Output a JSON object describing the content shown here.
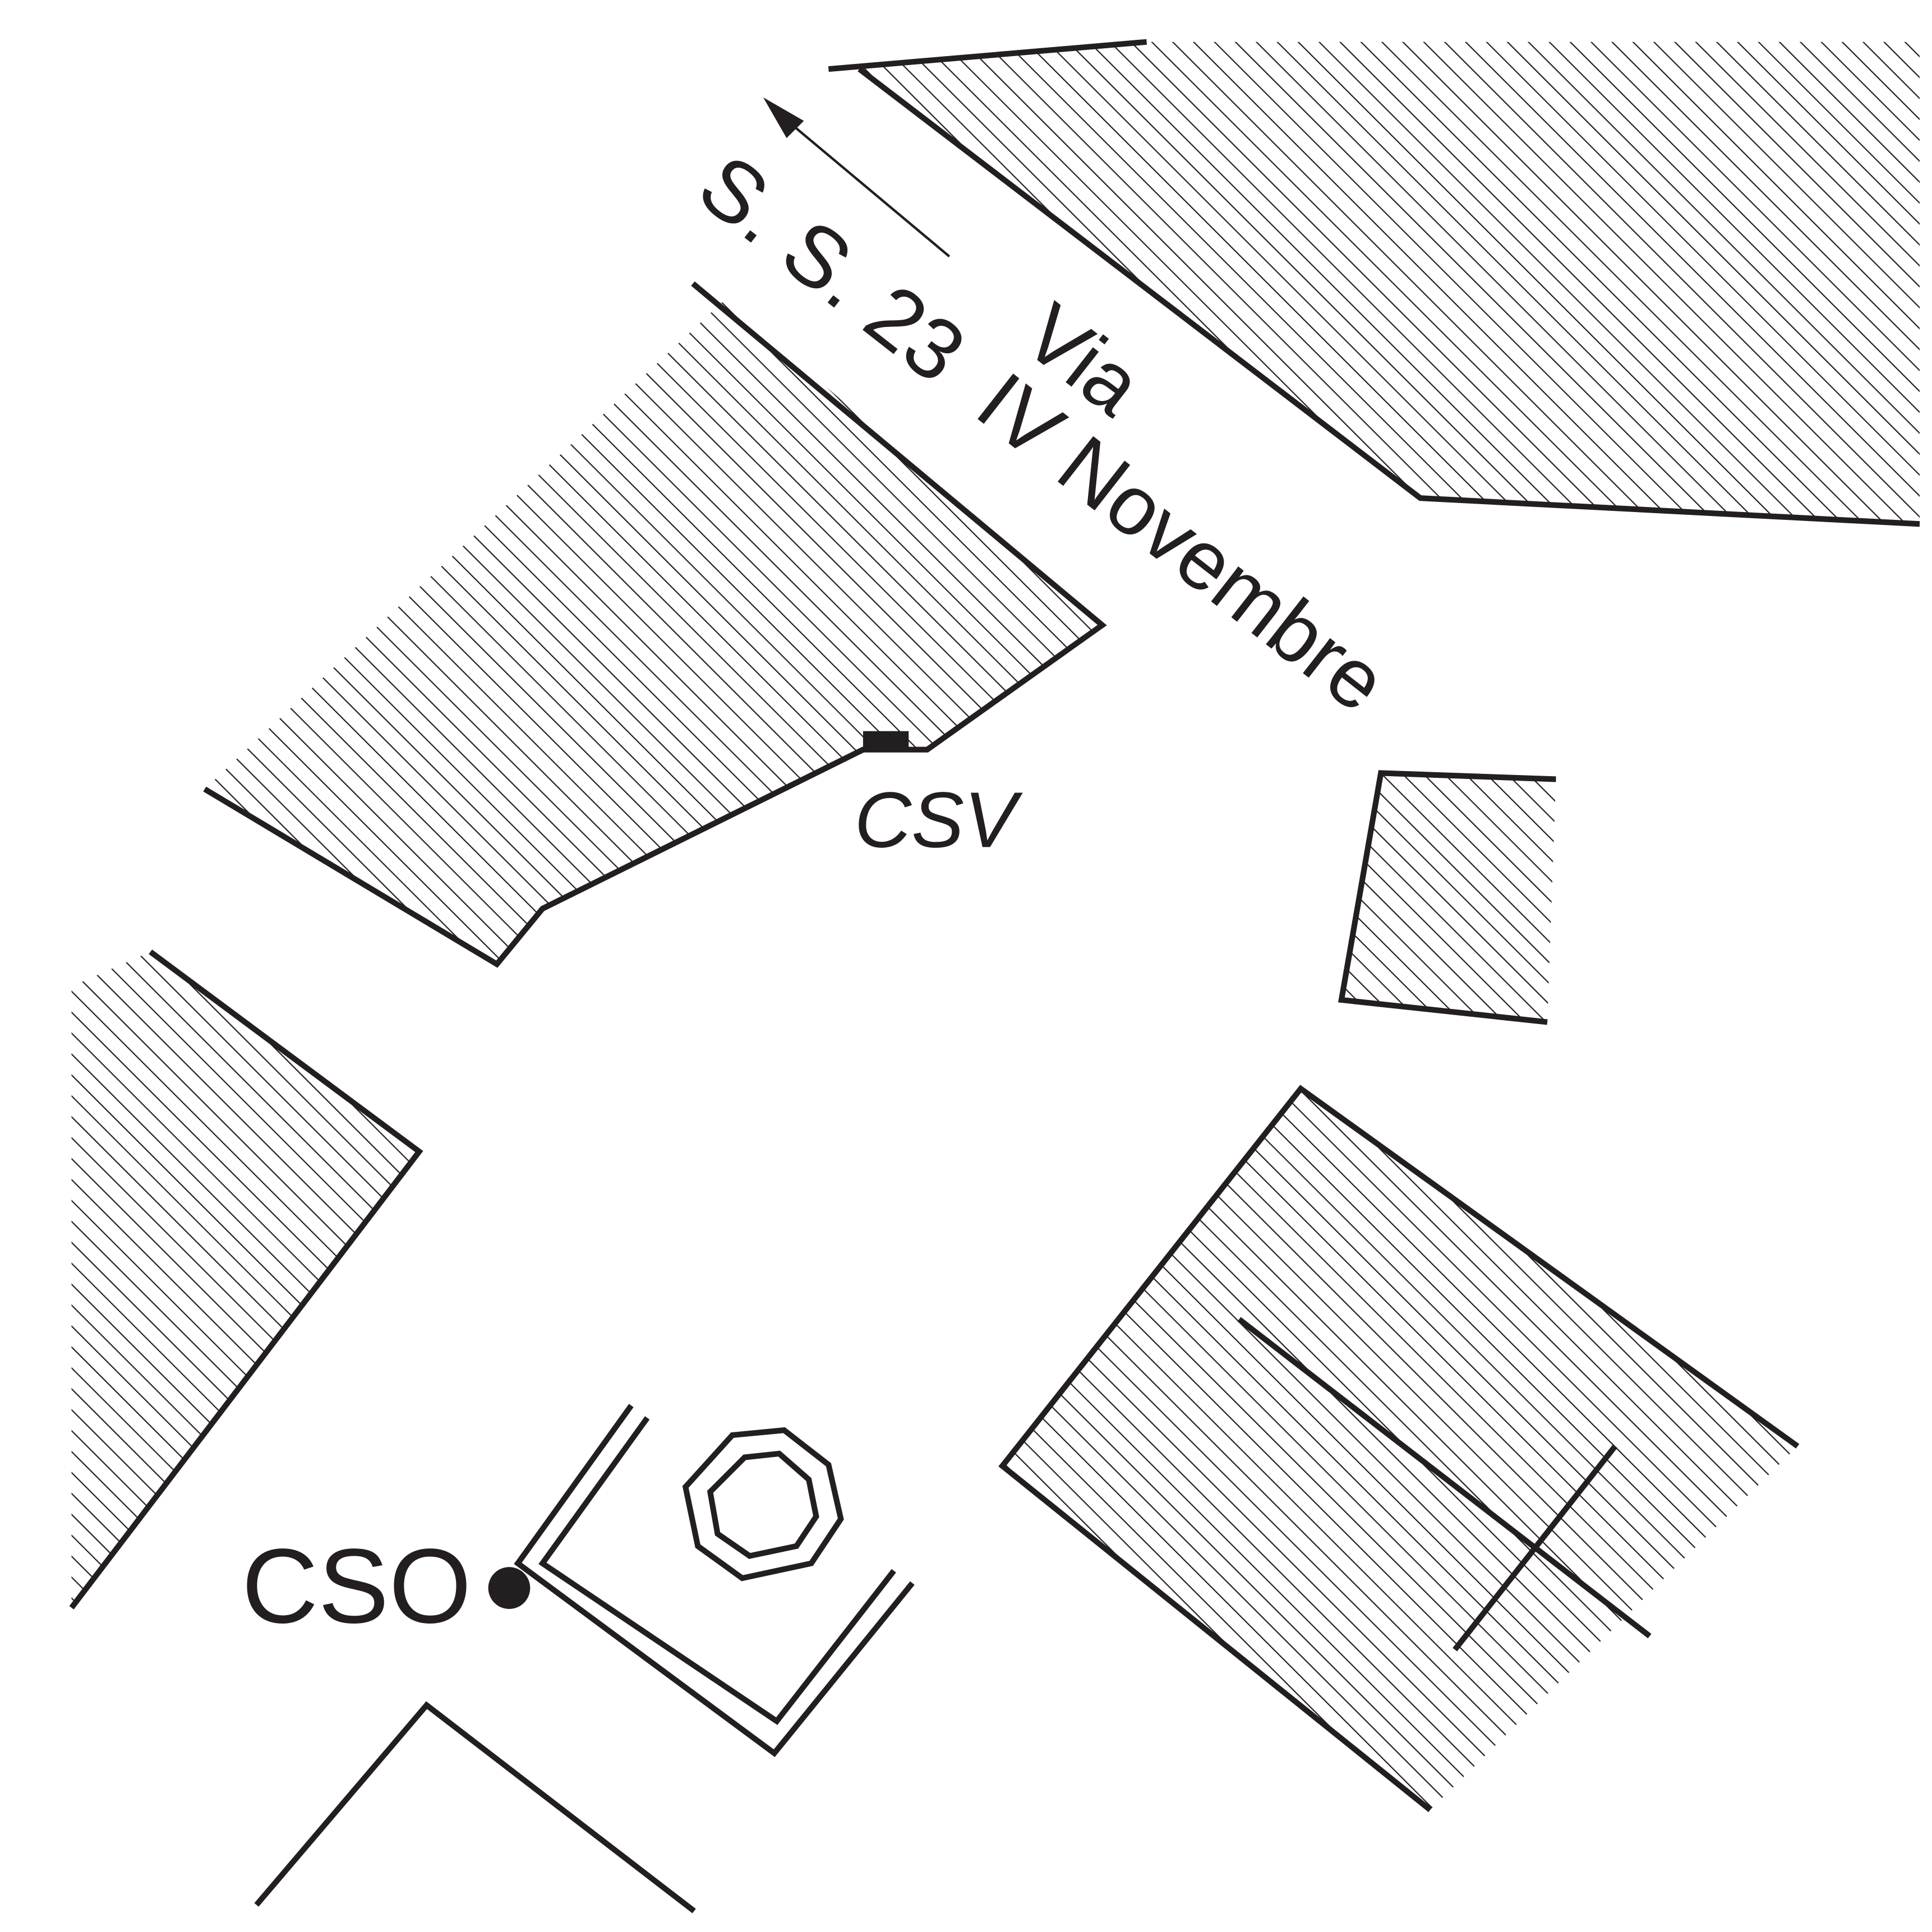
{
  "map": {
    "road_route_label": "S. S. 23",
    "street_label_line1": "Via",
    "street_label_line2": "IV Novembre",
    "marker_csv_label": "CSV",
    "marker_cso_label": "CSO"
  },
  "colors": {
    "ink": "#231f20",
    "background": "#ffffff"
  },
  "icons": {
    "direction_arrow": "north-west-arrow-icon",
    "csv_marker": "rectangle-marker-icon",
    "cso_marker": "dot-marker-icon"
  }
}
